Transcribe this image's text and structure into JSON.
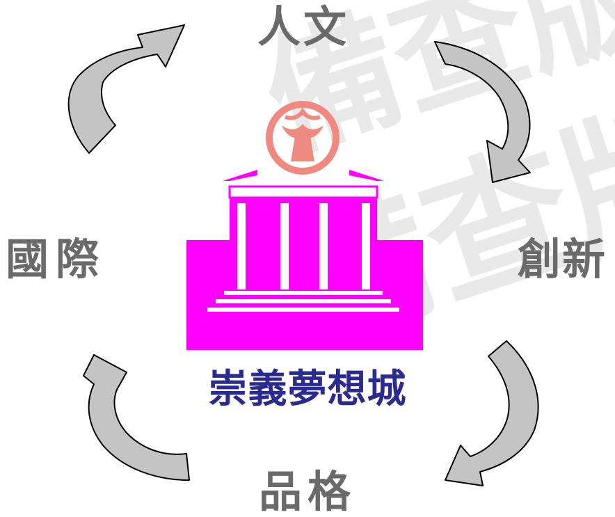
{
  "labels": {
    "top": "人文",
    "left": "國際",
    "right": "創新",
    "bottom": "品格"
  },
  "center": {
    "title": "崇義夢想城"
  },
  "watermark": {
    "text": "備查版"
  },
  "colors": {
    "building": "#ff00ff",
    "title": "#2b2b8f",
    "labels": "#6a6a6a",
    "arrow_fill": "#c0c0c0",
    "logo": "#e53935",
    "watermark": "#e6e6e6"
  },
  "icons": [
    "school-logo-icon",
    "curved-arrow-icon",
    "building-icon"
  ]
}
